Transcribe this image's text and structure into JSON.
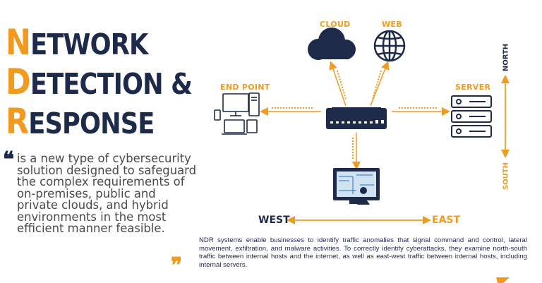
{
  "title": {
    "line1_cap": "N",
    "line1_rest": "etwork",
    "line2_cap": "D",
    "line2_rest": "etection &",
    "line3_cap": "R",
    "line3_rest": "esponse"
  },
  "lead_text": "is a new type of cybersecurity solution designed to safeguard the complex requirements of on-premises, public and private clouds, and hybrid environments in the most efficient manner feasible.",
  "diagram": {
    "cloud_label": "Cloud",
    "web_label": "Web",
    "endpoint_label": "End Point",
    "server_label": "Server",
    "north_label": "North",
    "south_label": "South",
    "west_label": "West",
    "east_label": "East"
  },
  "body_text": "NDR systems enable businesses to identify traffic anomalies that signal command and control, lateral movement, exfiltration, and malware activities. To correctly identify cyberattacks, they examine north-south traffic between internal hosts and the internet, as well as east-west traffic between internal hosts, including internal servers.",
  "colors": {
    "navy": "#1e2a4a",
    "orange": "#f29a1f"
  },
  "icons": [
    "cloud-icon",
    "globe-icon",
    "endpoint-devices-icon",
    "server-rack-icon",
    "network-switch-icon",
    "monitor-user-icon",
    "brand-logo-icon"
  ]
}
